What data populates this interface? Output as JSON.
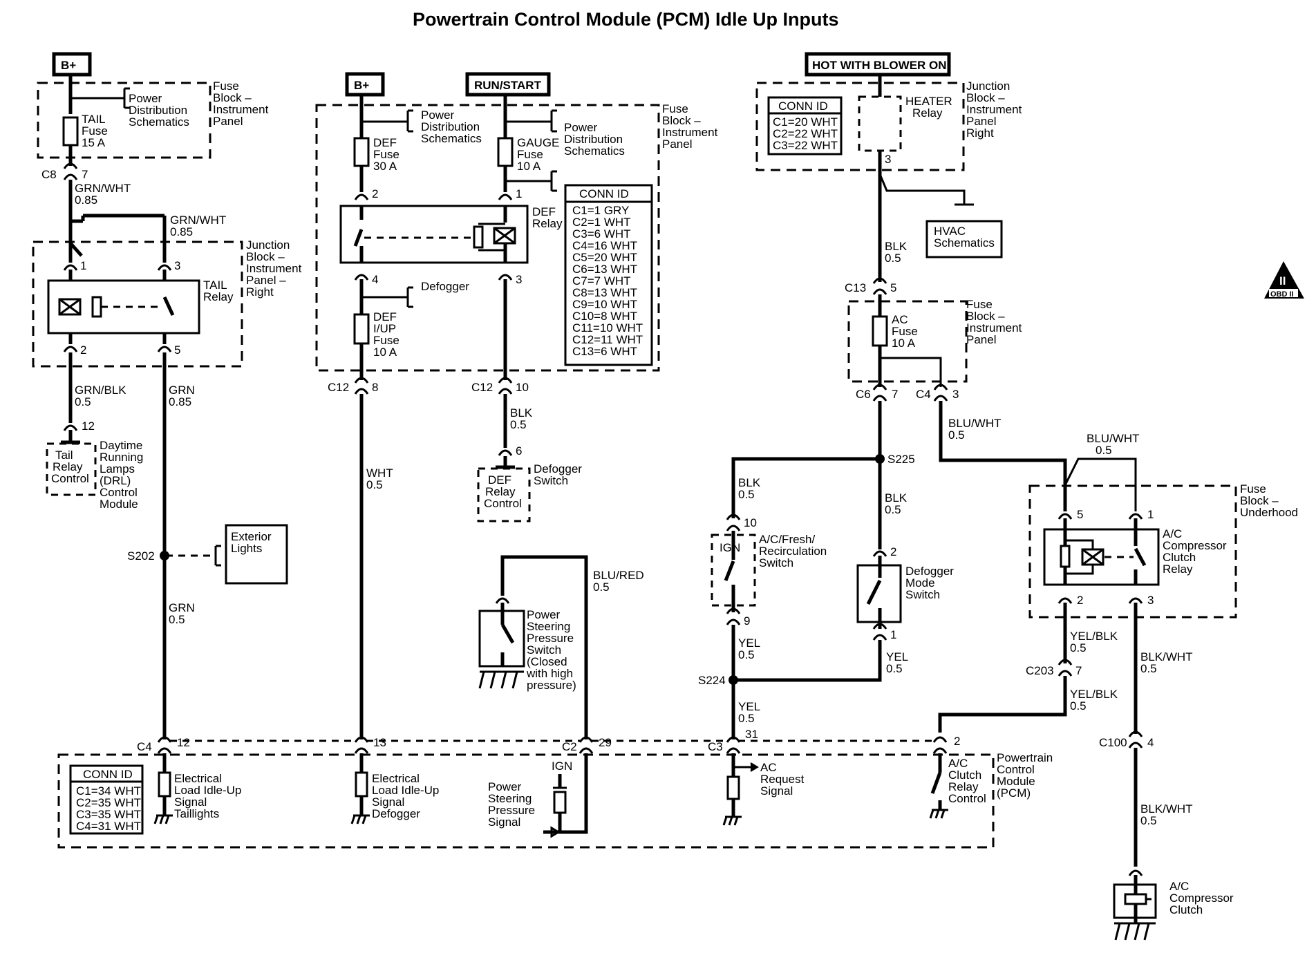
{
  "title": "Powertrain Control Module (PCM) Idle Up Inputs",
  "power_sources": [
    "B+",
    "B+",
    "RUN/START",
    "HOT WITH BLOWER ON"
  ],
  "blocks": {
    "fuse_block_ip_1": "Fuse Block – Instrument Panel",
    "fuse_block_ip_2": "Fuse Block – Instrument Panel",
    "fuse_block_ip_3": "Fuse Block – Instrument Panel",
    "junction_block_right_1": "Junction Block – Instrument Panel – Right",
    "junction_block_right_2": "Junction Block – Instrument Panel Right",
    "fuse_block_underhood": "Fuse Block – Underhood",
    "pcm": "Powertrain Control Module (PCM)"
  },
  "components": {
    "tail_fuse": "TAIL Fuse 15 A",
    "def_fuse": "DEF Fuse 30 A",
    "gauge_fuse": "GAUGE Fuse 10 A",
    "def_iup_fuse": "DEF I/UP Fuse 10 A",
    "ac_fuse": "AC Fuse 10 A",
    "tail_relay": "TAIL Relay",
    "def_relay": "DEF Relay",
    "heater_relay": "HEATER Relay",
    "ac_clutch_relay": "A/C Compressor Clutch Relay",
    "drl_module": "Daytime Running Lamps (DRL) Control Module",
    "tail_relay_control": "Tail Relay Control",
    "def_relay_control": "DEF Relay Control",
    "defogger_switch": "Defogger Switch",
    "exterior_lights": "Exterior Lights",
    "hvac_schematics": "HVAC Schematics",
    "ps_switch": "Power Steering Pressure Switch (Closed with high pressure)",
    "acfr_switch": "A/C/Fresh/ Recirculation Switch",
    "defog_mode_switch": "Defogger Mode Switch",
    "ac_clutch": "A/C Compressor Clutch",
    "pwr_dist_1": "Power Distribution Schematics",
    "pwr_dist_2": "Power Distribution Schematics",
    "pwr_dist_3": "Power Distribution Schematics",
    "defogger": "Defogger",
    "ign_1": "IGN",
    "ign_2": "IGN"
  },
  "pcm_signals": {
    "taillights": "Electrical Load Idle-Up Signal Taillights",
    "defogger": "Electrical Load Idle-Up Signal Defogger",
    "ps_signal": "Power Steering Pressure Signal",
    "ac_request": "AC Request Signal",
    "ac_clutch_ctrl": "A/C Clutch Relay Control"
  },
  "conn_ids": {
    "header": "CONN ID",
    "gauge_block": [
      "C1=1 GRY",
      "C2=1 WHT",
      "C3=6 WHT",
      "C4=16 WHT",
      "C5=20 WHT",
      "C6=13 WHT",
      "C7=7 WHT",
      "C8=13 WHT",
      "C9=10 WHT",
      "C10=8 WHT",
      "C11=10 WHT",
      "C12=11 WHT",
      "C13=6 WHT"
    ],
    "heater_block": [
      "C1=20 WHT",
      "C2=22 WHT",
      "C3=22 WHT"
    ],
    "pcm_block": [
      "C1=34 WHT",
      "C2=35 WHT",
      "C3=35 WHT",
      "C4=31 WHT"
    ]
  },
  "wire_labels": {
    "w_grnwht_1": [
      "GRN/WHT",
      "0.85"
    ],
    "w_grnwht_2": [
      "GRN/WHT",
      "0.85"
    ],
    "w_grnblk": [
      "GRN/BLK",
      "0.5"
    ],
    "w_grn_085": [
      "GRN",
      "0.85"
    ],
    "w_grn_05": [
      "GRN",
      "0.5"
    ],
    "w_wht": [
      "WHT",
      "0.5"
    ],
    "w_blk_def": [
      "BLK",
      "0.5"
    ],
    "w_blured": [
      "BLU/RED",
      "0.5"
    ],
    "w_blk_heater": [
      "BLK",
      "0.5"
    ],
    "w_bluwht_1": [
      "BLU/WHT",
      "0.5"
    ],
    "w_bluwht_2": [
      "BLU/WHT",
      "0.5"
    ],
    "w_blk_left": [
      "BLK",
      "0.5"
    ],
    "w_blk_right": [
      "BLK",
      "0.5"
    ],
    "w_yel_1": [
      "YEL",
      "0.5"
    ],
    "w_yel_2": [
      "YEL",
      "0.5"
    ],
    "w_yel_3": [
      "YEL",
      "0.5"
    ],
    "w_yelblk_1": [
      "YEL/BLK",
      "0.5"
    ],
    "w_yelblk_2": [
      "YEL/BLK",
      "0.5"
    ],
    "w_blkwht_1": [
      "BLK/WHT",
      "0.5"
    ],
    "w_blkwht_2": [
      "BLK/WHT",
      "0.5"
    ]
  },
  "connectors": {
    "c8": "C8",
    "c12a": "C12",
    "c12b": "C12",
    "c13": "C13",
    "c6": "C6",
    "c4a": "C4",
    "c203": "C203",
    "c100": "C100",
    "c4b": "C4",
    "c2": "C2",
    "c3": "C3"
  },
  "splices": {
    "s202": "S202",
    "s225": "S225",
    "s224": "S224"
  },
  "pins": {
    "p7a": "7",
    "p1a": "1",
    "p3a": "3",
    "p2a": "2",
    "p5a": "5",
    "p12a": "12",
    "p2b": "2",
    "p1b": "1",
    "p4b": "4",
    "p3b": "3",
    "p8": "8",
    "p10a": "10",
    "p6": "6",
    "p3c": "3",
    "p5c": "5",
    "p7c": "7",
    "p3d": "3",
    "p10b": "10",
    "p9": "9",
    "p2d": "2",
    "p1d": "1",
    "p5e": "5",
    "p1e": "1",
    "p2e": "2",
    "p3e": "3",
    "p7e": "7",
    "p4e": "4",
    "p12b": "12",
    "p13": "13",
    "p29": "29",
    "p31": "31",
    "p2f": "2"
  },
  "badge": {
    "top": "II",
    "bottom": "OBD II"
  }
}
